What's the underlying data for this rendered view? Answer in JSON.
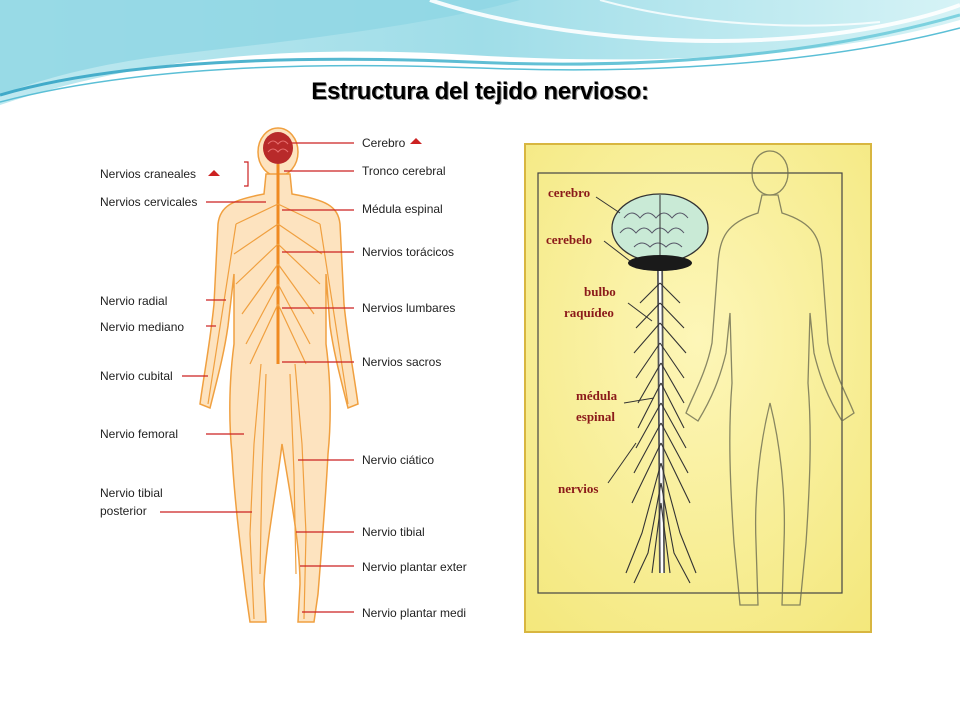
{
  "title": "Estructura del tejido nervioso:",
  "colors": {
    "wave_light": "#cfeff3",
    "wave_mid": "#7fd3e0",
    "wave_dark": "#2f9fc0",
    "nerve_orange": "#f0a040",
    "body_skin": "#fde3bf",
    "brain_red": "#b82a2a",
    "marker_red": "#cc2222",
    "right_bg": "#fbf19a",
    "right_border": "#d8b640",
    "label_dark_red": "#8b1a1a",
    "brain_green": "#c9ead6"
  },
  "left_diagram": {
    "labels_left": [
      "Nervios craneales",
      "Nervios cervicales",
      "Nervio radial",
      "Nervio mediano",
      "Nervio cubital",
      "Nervio femoral",
      "Nervio tibial",
      "posterior"
    ],
    "labels_right": [
      "Cerebro",
      "Tronco cerebral",
      "Médula espinal",
      "Nervios torácicos",
      "Nervios lumbares",
      "Nervios sacros",
      "Nervio ciático",
      "Nervio tibial",
      "Nervio plantar exter",
      "Nervio plantar medi"
    ]
  },
  "right_diagram": {
    "labels": [
      "cerebro",
      "cerebelo",
      "bulbo",
      "raquídeo",
      "médula",
      "espinal",
      "nervios"
    ]
  }
}
